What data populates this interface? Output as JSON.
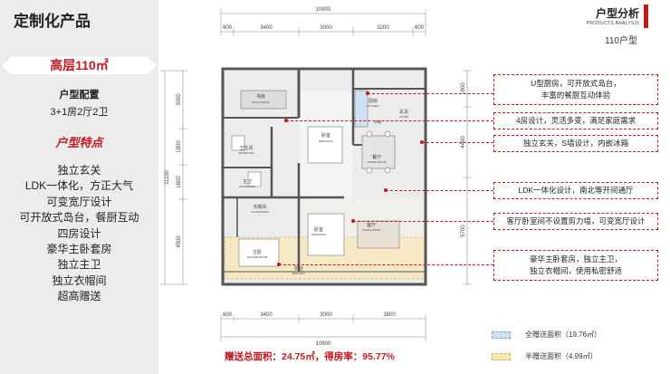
{
  "left_panel": {
    "title": "定制化产品",
    "model_name": "高层110㎡",
    "config_heading": "户型配置",
    "config_value": "3+1房2厅2卫",
    "features_heading": "户型特点",
    "features": [
      "独立玄关",
      "LDK一体化，方正大气",
      "可变宽厅设计",
      "可开放式岛台，餐厨互动",
      "四房设计",
      "豪华主卧套房",
      "独立主卫",
      "独立衣帽间",
      "超高赠送"
    ]
  },
  "header": {
    "title": "户型分析",
    "subtitle": "PRODUCTS ANALYSIS",
    "unit_type": "110户型",
    "accent_color": "#c0181f"
  },
  "plan": {
    "dims_top_total": "10800",
    "dims_top": [
      "600",
      "3400",
      "3000",
      "3200",
      "600"
    ],
    "dims_bottom_total": "10800",
    "dims_bottom": [
      "600",
      "3400",
      "3000",
      "3800"
    ],
    "dims_left_total": "11100",
    "dims_left": [
      "3000",
      "1800",
      "1800",
      "4500"
    ],
    "dims_right": [
      "1800",
      "4400",
      "5700"
    ],
    "rooms": {
      "study": "书房",
      "study_en": "STUDYROOM",
      "bedroom1": "卧室",
      "bedroom1_en": "BEDROOM",
      "kitchen": "厨房",
      "kitchen_en": "KITCHEN",
      "foyer": "玄关",
      "foyer_en": "FOYER",
      "bath1": "卫生间",
      "bath1_en": "BATHROOM",
      "dining": "餐厅",
      "dining_en": "DINING ROOM",
      "bath2": "主卫",
      "bath2_en": "BATHROOM",
      "cloak": "衣帽间",
      "cloak_en": "CLOAKROOM",
      "bedroom2": "卧室",
      "bedroom2_en": "BEDROOM",
      "living": "客厅",
      "living_en": "LIVING ROOM",
      "master": "主卧",
      "master_en": "MASTER ROOM",
      "balcony": "阳台",
      "balcony_en": "BALCONY",
      "fridge": "冰箱"
    }
  },
  "callouts": [
    {
      "lines": [
        "U型厨房，可开放式岛台，",
        "丰富的餐厨互动体验"
      ]
    },
    {
      "lines": [
        "4房设计，灵活多变，满足家庭需求"
      ]
    },
    {
      "lines": [
        "独立玄关，S墙设计，内嵌冰箱"
      ]
    },
    {
      "lines": [
        "LDK一体化设计，南北等开间通厅"
      ]
    },
    {
      "lines": [
        "客厅卧室间不设置剪力墙，可变宽厅设计"
      ]
    },
    {
      "lines": [
        "豪华主卧套房，独立主卫，",
        "独立衣帽间，使用私密舒适"
      ]
    }
  ],
  "summary": {
    "total_gift": "赠送总面积：24.75㎡，得房率：95.77%"
  },
  "legend": {
    "full_gift": "全赠送面积（19.76㎡）",
    "half_gift": "半赠送面积（4.99㎡）",
    "full_color": "#cfe1f3",
    "half_color": "#f8e7b8"
  }
}
